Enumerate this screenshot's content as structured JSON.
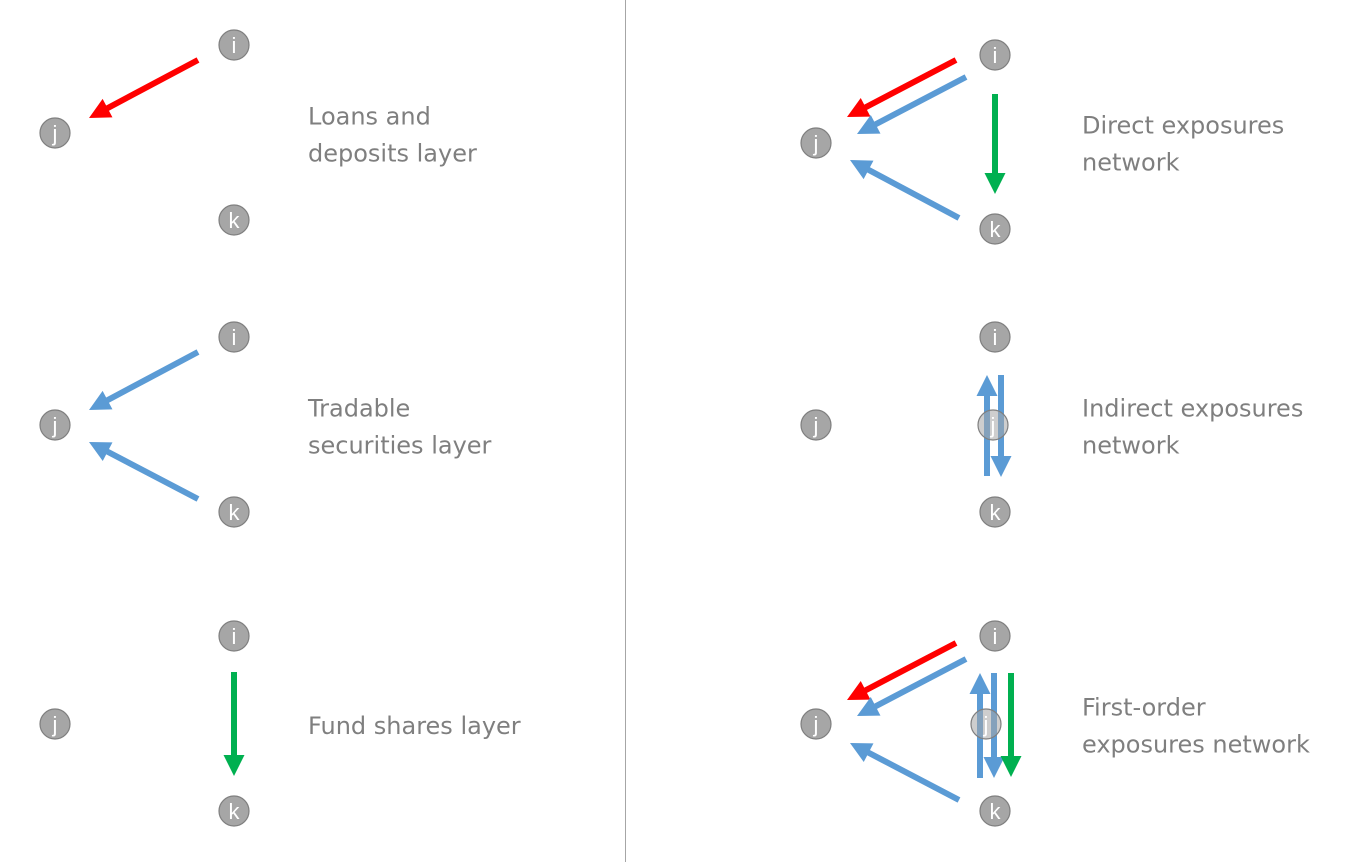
{
  "colors": {
    "loans": "#ff0000",
    "securities": "#5b9bd5",
    "fund_shares": "#00b050",
    "node_fill": "#a6a6a6",
    "node_stroke": "#7f7f7f",
    "node_text": "#ffffff",
    "label_text": "#7f7f7f",
    "divider": "#a6a6a6"
  },
  "panels": [
    {
      "id": "loans-layer",
      "label": [
        "Loans and",
        "deposits layer"
      ]
    },
    {
      "id": "securities-layer",
      "label": [
        "Tradable",
        "securities layer"
      ]
    },
    {
      "id": "fund-layer",
      "label": [
        "Fund shares layer"
      ]
    },
    {
      "id": "direct-network",
      "label": [
        "Direct exposures",
        "network"
      ]
    },
    {
      "id": "indirect-network",
      "label": [
        "Indirect exposures",
        "network"
      ]
    },
    {
      "id": "first-order-network",
      "label": [
        "First-order",
        "exposures network"
      ]
    }
  ],
  "node_names": {
    "i": "i",
    "j": "j",
    "k": "k"
  },
  "edges": {
    "loans-layer": [
      {
        "from": "i",
        "to": "j",
        "type": "loans"
      }
    ],
    "securities-layer": [
      {
        "from": "i",
        "to": "j",
        "type": "securities"
      },
      {
        "from": "k",
        "to": "j",
        "type": "securities"
      }
    ],
    "fund-layer": [
      {
        "from": "i",
        "to": "k",
        "type": "fund_shares"
      }
    ],
    "direct-network": [
      {
        "from": "i",
        "to": "j",
        "type": "loans"
      },
      {
        "from": "i",
        "to": "j",
        "type": "securities"
      },
      {
        "from": "k",
        "to": "j",
        "type": "securities"
      },
      {
        "from": "i",
        "to": "k",
        "type": "fund_shares"
      }
    ],
    "indirect-network": [
      {
        "from": "k",
        "to": "i",
        "type": "securities"
      },
      {
        "from": "i",
        "to": "k",
        "type": "securities"
      }
    ],
    "first-order-network": [
      {
        "from": "i",
        "to": "j",
        "type": "loans"
      },
      {
        "from": "i",
        "to": "j",
        "type": "securities"
      },
      {
        "from": "k",
        "to": "j",
        "type": "securities"
      },
      {
        "from": "k",
        "to": "i",
        "type": "securities"
      },
      {
        "from": "i",
        "to": "k",
        "type": "securities"
      },
      {
        "from": "i",
        "to": "k",
        "type": "fund_shares"
      }
    ]
  }
}
